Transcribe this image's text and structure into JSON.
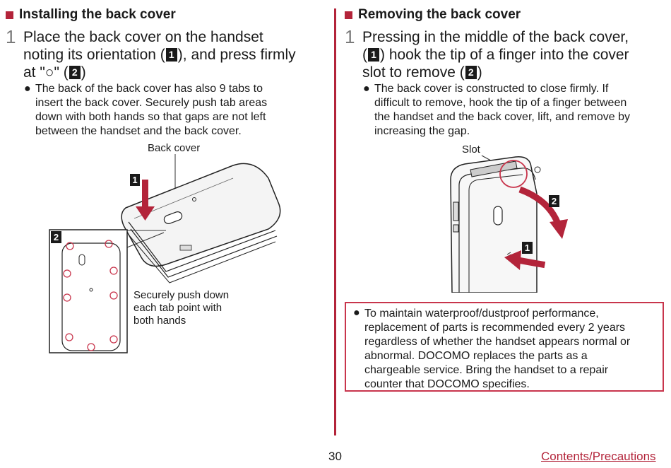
{
  "left": {
    "heading": "Installing the back cover",
    "step_number": "1",
    "step_line1": "Place the back cover on the handset",
    "step_line2_a": "noting its orientation (",
    "step_marker1": "1",
    "step_line2_b": "), and press firmly",
    "step_line3_a": "at \"○\" (",
    "step_marker2": "2",
    "step_line3_b": ")",
    "bullet_dot": "●",
    "bullet_lines": [
      "The back of the back cover has also 9 tabs to",
      "insert the back cover. Securely push tab areas",
      "down with both hands so that gaps are not left",
      "between the handset and the back cover."
    ],
    "figure": {
      "label_back_cover": "Back cover",
      "marker1": "1",
      "marker2": "2",
      "callout_lines": [
        "Securely push down",
        "each tab point with",
        "both hands"
      ]
    }
  },
  "right": {
    "heading": "Removing the back cover",
    "step_number": "1",
    "step_line1": "Pressing in the middle of the back cover,",
    "step_line2_a": "(",
    "step_marker1": "1",
    "step_line2_b": ") hook the tip of a finger into the cover",
    "step_line3_a": "slot to remove (",
    "step_marker2": "2",
    "step_line3_b": ")",
    "bullet_dot": "●",
    "bullet_lines": [
      "The back cover is constructed to close firmly. If",
      "difficult to remove, hook the tip of a finger between",
      "the handset and the back cover, lift, and remove by",
      "increasing the gap."
    ],
    "figure": {
      "label_slot": "Slot",
      "marker1": "1",
      "marker2": "2"
    }
  },
  "note": {
    "dot": "●",
    "lines": [
      "To maintain waterproof/dustproof performance,",
      "replacement of parts is recommended every 2 years",
      "regardless of whether the handset appears normal or",
      "abnormal. DOCOMO replaces the parts as a",
      "chargeable service. Bring the handset to a repair",
      "counter that DOCOMO specifies."
    ]
  },
  "footer": {
    "page_number": "30",
    "link": "Contents/Precautions"
  },
  "colors": {
    "accent": "#b3243a",
    "note_border": "#c8354c"
  }
}
